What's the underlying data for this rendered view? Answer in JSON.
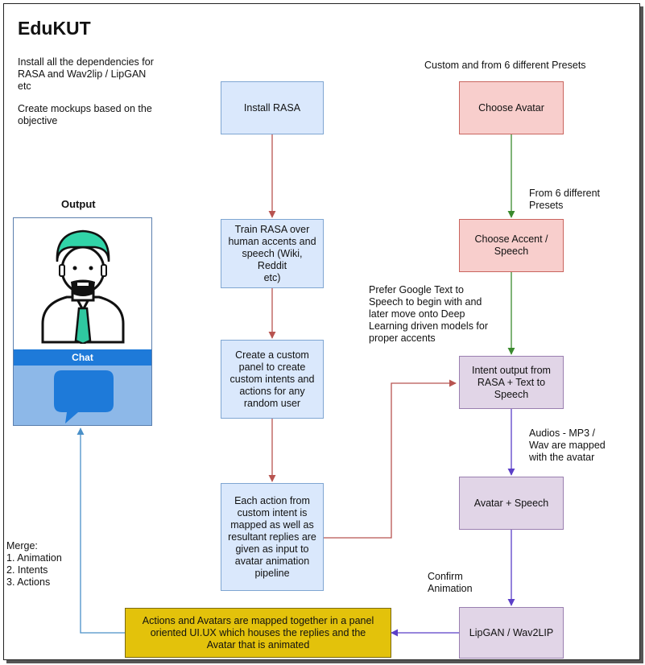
{
  "title": "EduKUT",
  "notes": {
    "dependencies": [
      "Install all the dependencies for",
      "RASA and Wav2lip / LipGAN",
      "etc"
    ],
    "mockups": [
      "Create mockups based on the",
      "objective"
    ]
  },
  "output": {
    "label": "Output",
    "chat_label": "Chat"
  },
  "merge": {
    "lines": [
      "Merge:",
      "1. Animation",
      "2. Intents",
      "3. Actions"
    ]
  },
  "nodes": {
    "install_rasa": [
      "Install RASA"
    ],
    "train_rasa": [
      "Train RASA over",
      "human accents and",
      "speech (Wiki, Reddit",
      "etc)"
    ],
    "custom_panel": [
      "Create a custom",
      "panel to create",
      "custom intents and",
      "actions for any",
      "random user"
    ],
    "each_action": [
      "Each action from",
      "custom intent is",
      "mapped as well as",
      "resultant replies are",
      "given as input to",
      "avatar animation",
      "pipeline"
    ],
    "choose_avatar": [
      "Choose Avatar"
    ],
    "choose_accent": [
      "Choose Accent /",
      "Speech"
    ],
    "intent_output": [
      "Intent output from",
      "RASA + Text to",
      "Speech"
    ],
    "avatar_speech": [
      "Avatar + Speech"
    ],
    "lipgan": [
      "LipGAN / Wav2LIP"
    ],
    "actions_avatars": [
      "Actions and Avatars are mapped together in a panel",
      "oriented UI.UX which houses the replies and the",
      "Avatar that is animated"
    ]
  },
  "edge_labels": {
    "presets_top": [
      "Custom and from 6 different Presets"
    ],
    "presets_mid": [
      "From 6 different",
      "Presets"
    ],
    "google_tts": [
      "Prefer Google Text to",
      "Speech to begin with and",
      "later move onto Deep",
      "Learning driven models for",
      "proper accents"
    ],
    "audios": [
      "Audios - MP3 /",
      "Wav are mapped",
      "with the avatar"
    ],
    "confirm": [
      "Confirm",
      "Animation"
    ]
  },
  "colors": {
    "blue_fill": "#dae8fc",
    "red_fill": "#f8cecc",
    "purple_fill": "#e1d5e7",
    "yellow_fill": "#e3c20b",
    "red_edge": "#b85450",
    "green_edge": "#3a8a2e",
    "purple_edge": "#5b3fc8",
    "blue_edge": "#4a90c8",
    "chat_bar": "#1e7ad9"
  },
  "icons": [
    "avatar-icon",
    "chat-bubble-icon"
  ]
}
